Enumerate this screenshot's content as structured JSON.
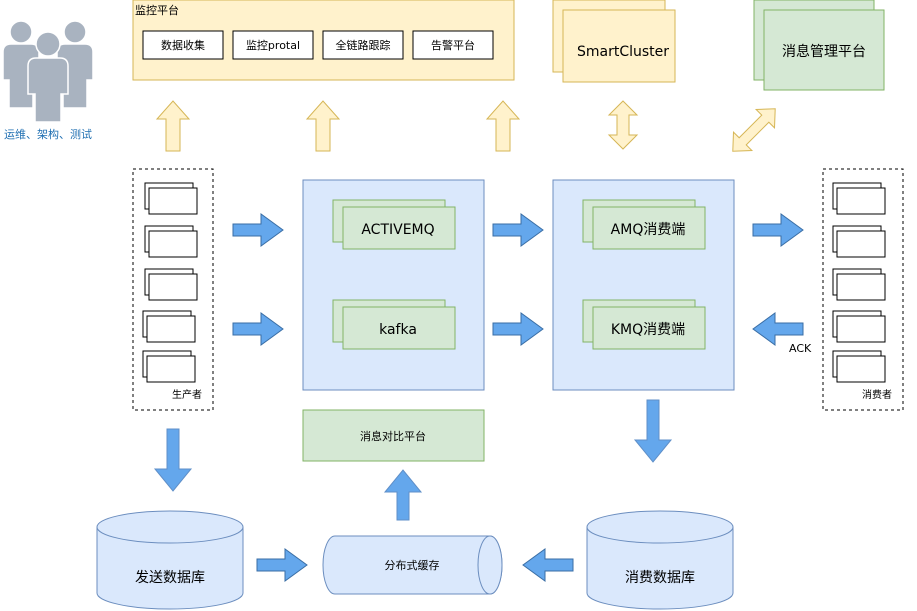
{
  "people": {
    "label": "运维、架构、测试"
  },
  "monitor": {
    "title": "监控平台",
    "items": [
      "数据收集",
      "监控protal",
      "全链路跟踪",
      "告警平台"
    ]
  },
  "smartcluster": {
    "label": "SmartCluster"
  },
  "msg_mgmt": {
    "label": "消息管理平台"
  },
  "producer": {
    "label": "生产者"
  },
  "brokers": {
    "activemq": "ACTIVEMQ",
    "kafka": "kafka"
  },
  "consumer_side": {
    "amq": "AMQ消费端",
    "kmq": "KMQ消费端"
  },
  "consumer": {
    "label": "消费者",
    "ack": "ACK"
  },
  "compare": {
    "label": "消息对比平台"
  },
  "send_db": {
    "label": "发送数据库"
  },
  "cache": {
    "label": "分布式缓存"
  },
  "consume_db": {
    "label": "消费数据库"
  },
  "colors": {
    "yellow_fill": "#fff2cc",
    "yellow_stroke": "#d6b656",
    "green_fill": "#d5e8d4",
    "green_stroke": "#82b366",
    "blue_fill": "#dae8fc",
    "blue_stroke": "#6c8ebf",
    "arrow_blue": "#5b9bd5",
    "people_gray": "#a9b3c0",
    "people_text": "#1f6fb2"
  }
}
